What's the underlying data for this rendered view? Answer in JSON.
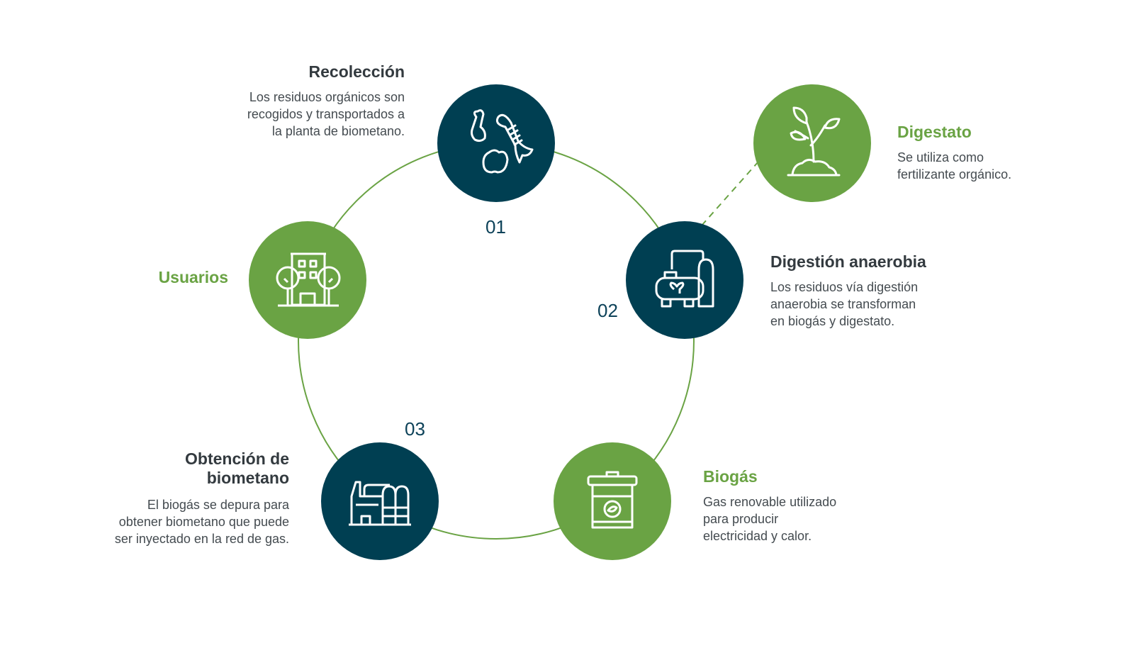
{
  "colors": {
    "dark": "#003f52",
    "green": "#6aa344",
    "line": "#6aa344"
  },
  "steps": {
    "recoleccion": {
      "number": "01",
      "title": "Recolección",
      "text": [
        "Los residuos orgánicos son",
        "recogidos y transportados a",
        "la planta de biometano."
      ],
      "icon": "organic-waste-icon"
    },
    "digestion": {
      "number": "02",
      "title": "Digestión anaerobia",
      "text": [
        "Los residuos vía digestión",
        "anaerobia se transforman",
        "en biogás y digestato."
      ],
      "icon": "digester-icon"
    },
    "obtencion": {
      "number": "03",
      "title": [
        "Obtención de",
        "biometano"
      ],
      "text": [
        "El biogás se depura para",
        "obtener biometano que puede",
        "ser inyectado en la red de gas."
      ],
      "icon": "factory-icon"
    }
  },
  "outputs": {
    "digestato": {
      "title": "Digestato",
      "text": [
        "Se utiliza como",
        "fertilizante orgánico."
      ],
      "icon": "plant-icon"
    },
    "biogas": {
      "title": "Biogás",
      "text": [
        "Gas renovable utilizado",
        "para producir",
        "electricidad y calor."
      ],
      "icon": "gas-container-icon"
    },
    "usuarios": {
      "title": "Usuarios",
      "icon": "city-building-icon"
    }
  }
}
